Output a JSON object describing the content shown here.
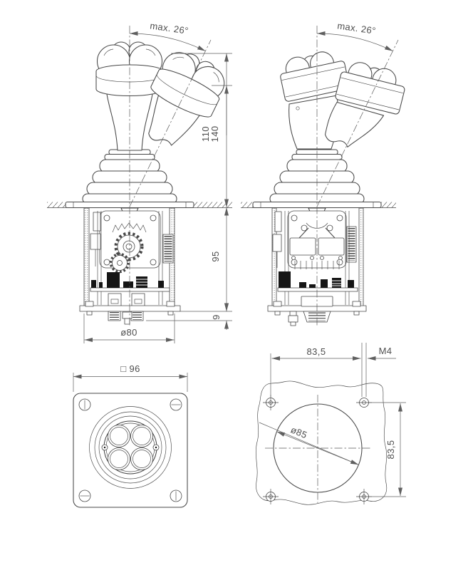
{
  "drawing": {
    "type": "technical-drawing",
    "subject": "industrial joystick dimensional drawing",
    "labels": {
      "angle_left": "max.  26°",
      "angle_right": "max.  26°",
      "height_110": "110",
      "height_140": "140",
      "depth_95": "95",
      "depth_9": "9",
      "dia_80": "ø80",
      "square_96": "□ 96",
      "spacing_h": "83,5",
      "spacing_v": "83,5",
      "thread": "M4",
      "cutout_dia": "ø85"
    },
    "colors": {
      "background": "#ffffff",
      "line": "#474747",
      "dimension": "#5f5f5f",
      "component_fill": "#151515"
    }
  }
}
